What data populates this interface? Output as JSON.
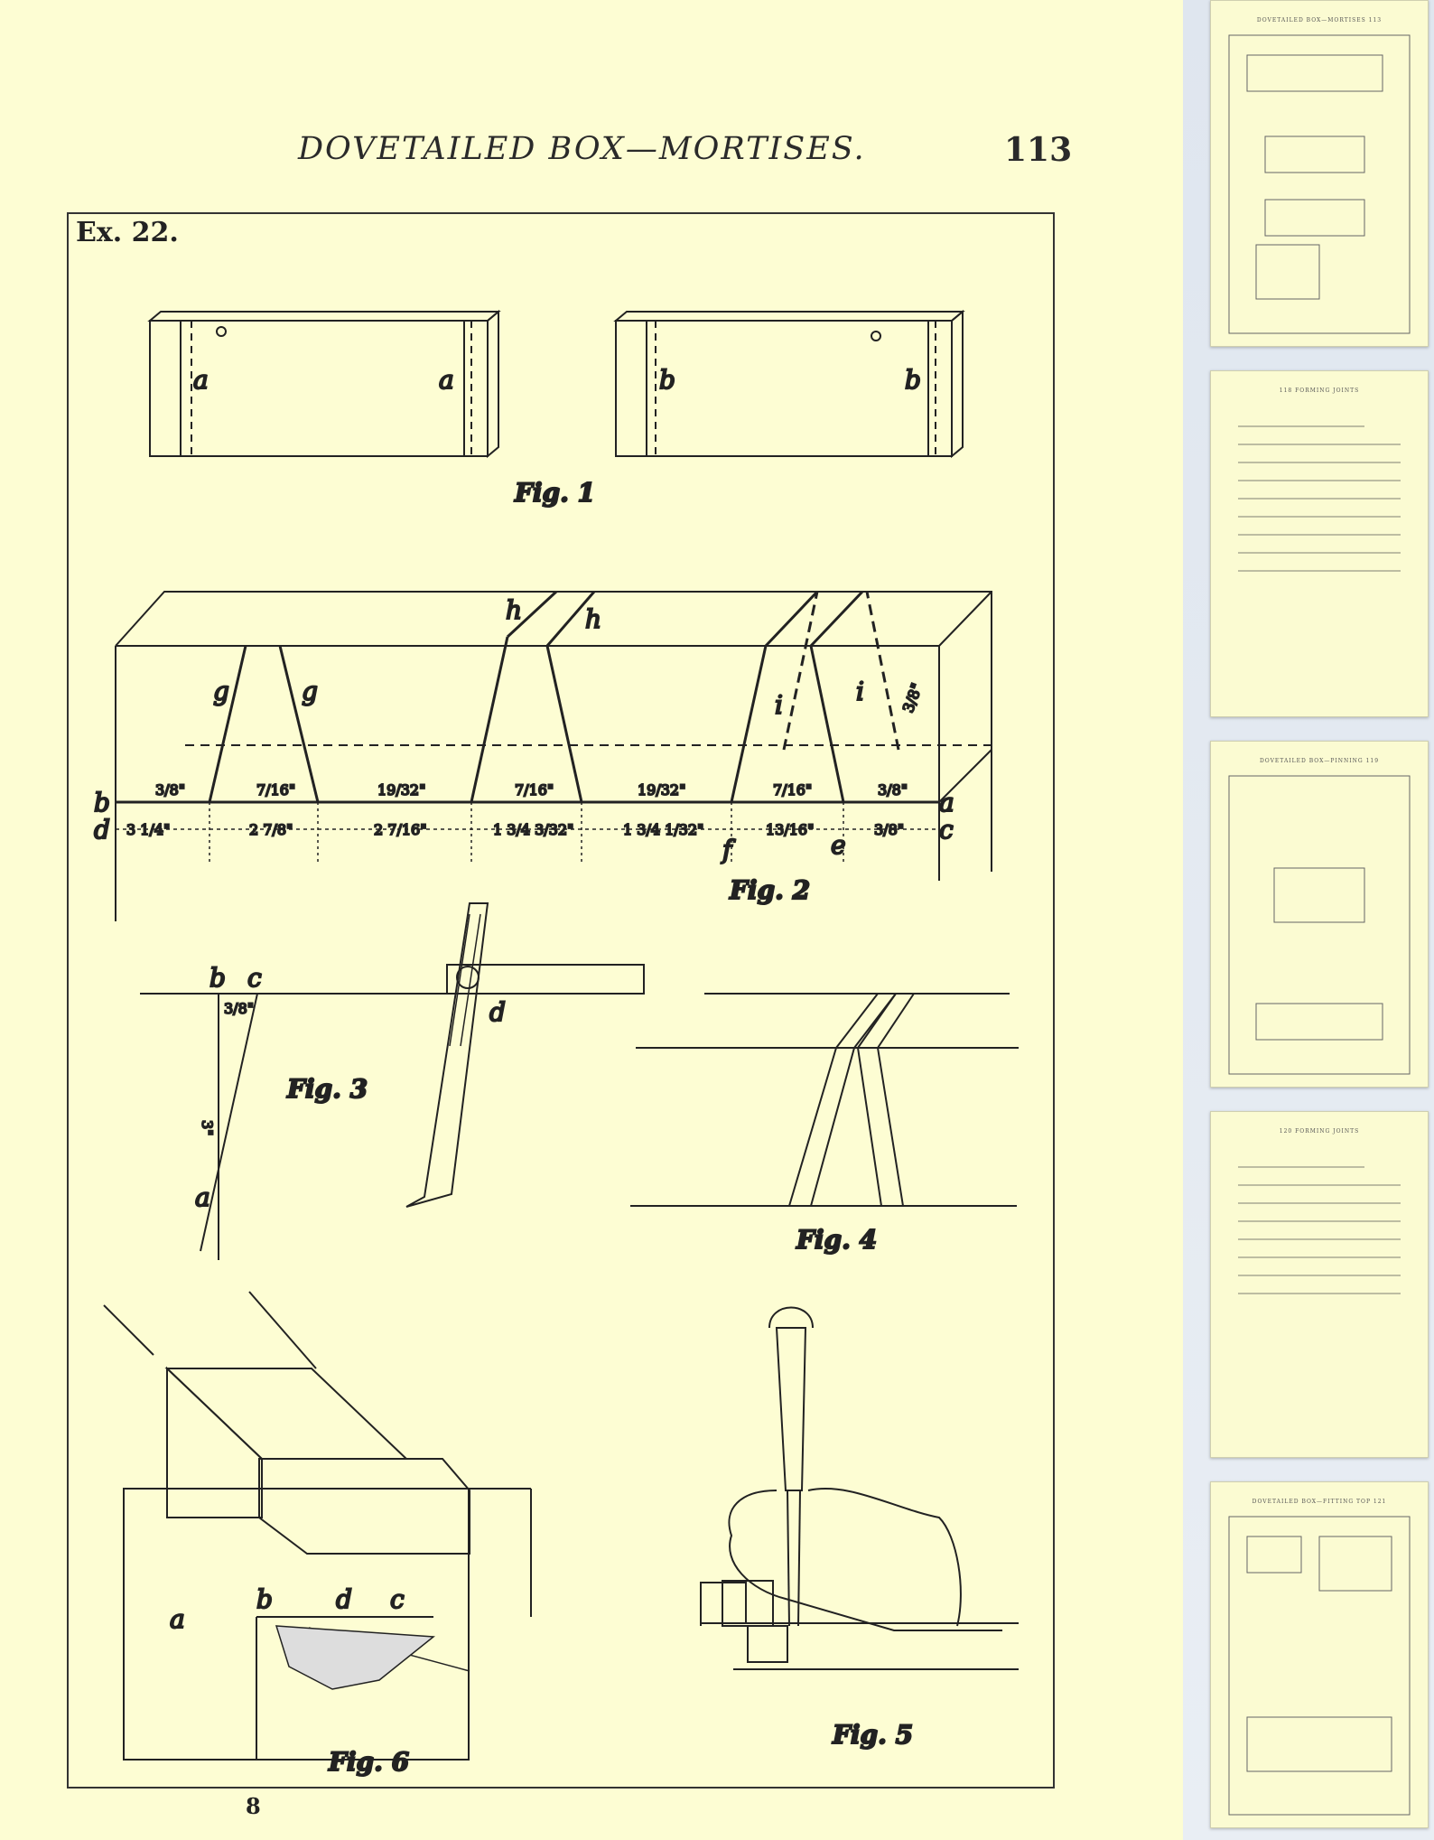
{
  "page": {
    "running_title": "DOVETAILED BOX—MORTISES.",
    "page_number": "113",
    "exercise_label": "Ex. 22.",
    "footer_signature": "8"
  },
  "figures": {
    "fig1": {
      "caption": "Fig. 1",
      "labels": [
        "a",
        "a",
        "b",
        "b"
      ]
    },
    "fig2": {
      "caption": "Fig. 2",
      "labels": {
        "g": "g",
        "h": "h",
        "i": "i",
        "b": "b",
        "d": "d",
        "a": "a",
        "c": "c",
        "f": "f",
        "e": "e"
      },
      "widths": [
        "3/8\"",
        "7/16\"",
        "19/32\"",
        "7/16\"",
        "19/32\"",
        "7/16\"",
        "3/8\""
      ],
      "spacings": [
        "3 1/4\"",
        "2 7/8\"",
        "2 7/16\"",
        "1 3/4 3/32\"",
        "1 3/4 1/32\"",
        "13/16\"",
        "3/8\""
      ],
      "side_dim": "3/8\""
    },
    "fig3": {
      "caption": "Fig. 3",
      "labels": {
        "b": "b",
        "c": "c",
        "d": "d",
        "a": "a"
      },
      "dim_top": "3/8\"",
      "dim_side": "3\""
    },
    "fig4": {
      "caption": "Fig. 4"
    },
    "fig5": {
      "caption": "Fig. 5"
    },
    "fig6": {
      "caption": "Fig. 6",
      "labels": {
        "a": "a",
        "b": "b",
        "d": "d",
        "c": "c"
      }
    }
  },
  "sidebar": {
    "thumbnails": [
      {
        "header": "DOVETAILED BOX—MORTISES  113"
      },
      {
        "header": "118  FORMING JOINTS"
      },
      {
        "header": "DOVETAILED BOX—PINNING  119"
      },
      {
        "header": "120  FORMING JOINTS"
      },
      {
        "header": "DOVETAILED BOX—FITTING TOP  121"
      }
    ]
  }
}
